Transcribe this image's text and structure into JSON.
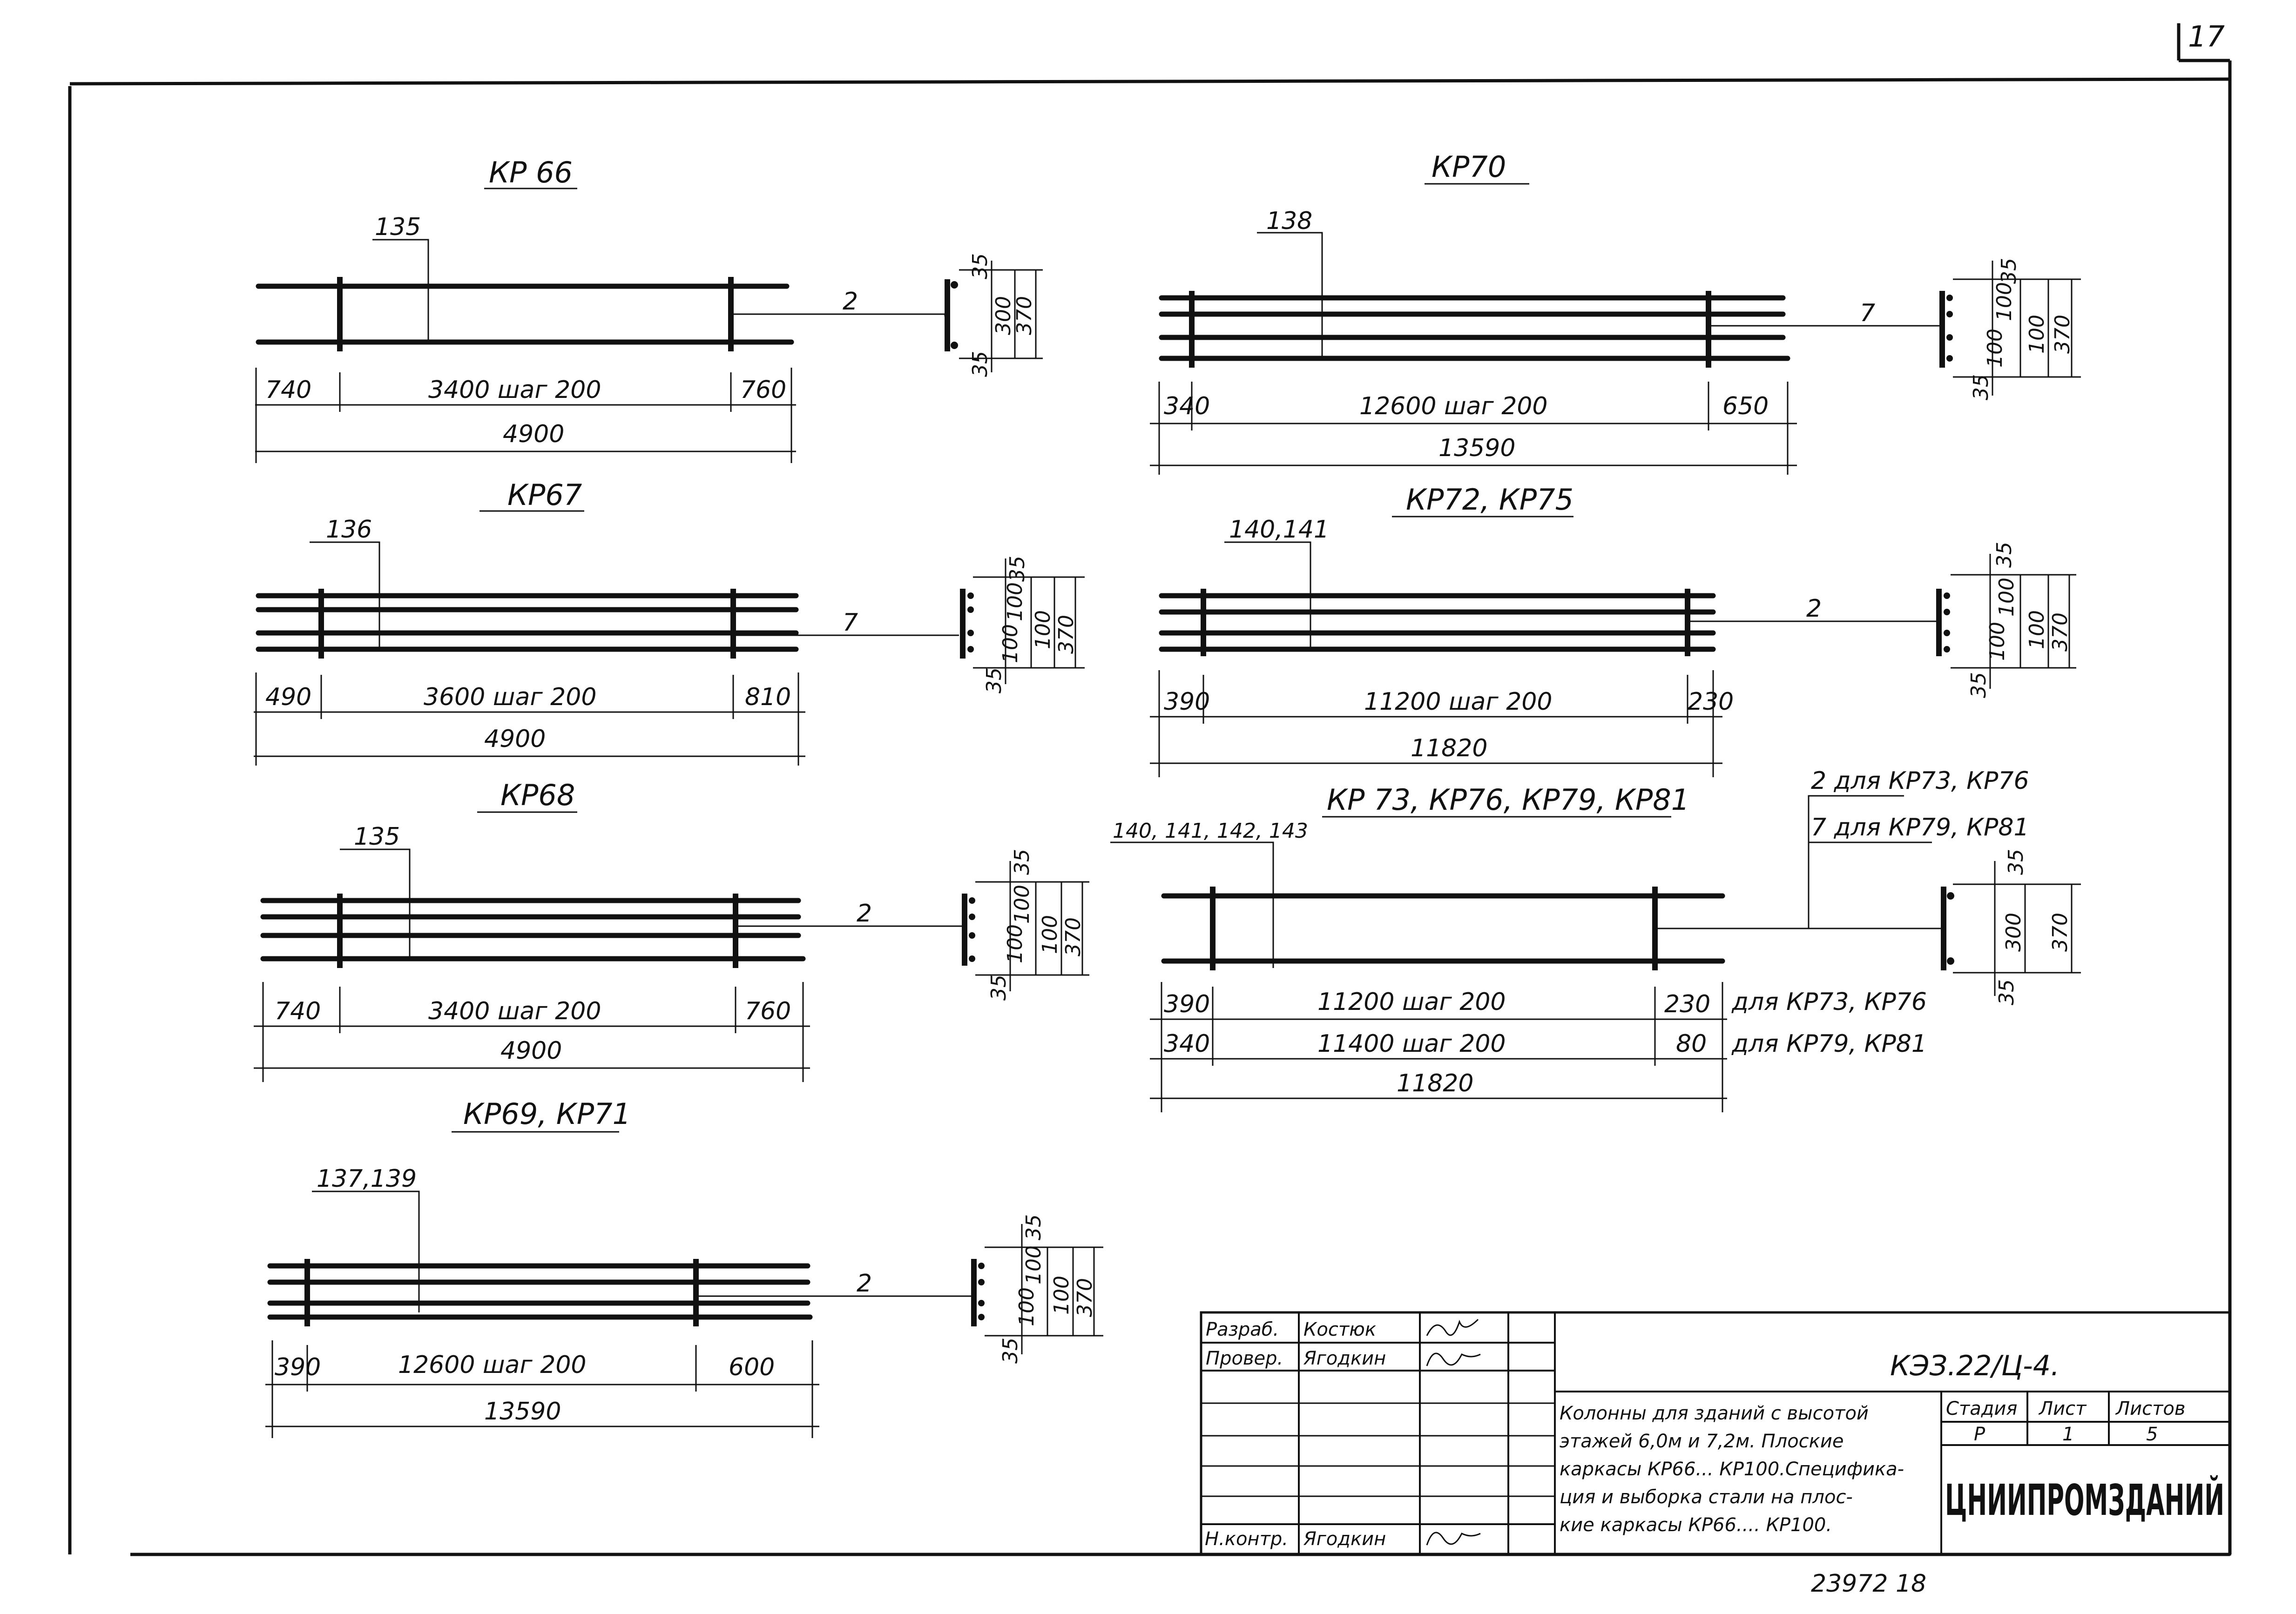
{
  "page_number": "17",
  "frames": [
    {
      "title": "КР 66",
      "position_label": "135",
      "bar_label": "2",
      "left_dim": "740",
      "mid_dim": "3400  шаг 200",
      "right_dim": "760",
      "total_dim": "4900",
      "section_dims": [
        "35",
        "300",
        "35",
        "370"
      ]
    },
    {
      "title": "КР70",
      "position_label": "138",
      "bar_label": "7",
      "left_dim": "340",
      "mid_dim": "12600  шаг 200",
      "right_dim": "650",
      "total_dim": "13590",
      "section_dims": [
        "35",
        "100",
        "100",
        "35",
        "100",
        "370"
      ]
    },
    {
      "title": "КР67",
      "position_label": "136",
      "bar_label": "7",
      "left_dim": "490",
      "mid_dim": "3600  шаг 200",
      "right_dim": "810",
      "total_dim": "4900",
      "section_dims": [
        "35",
        "100",
        "100",
        "35",
        "100",
        "370"
      ]
    },
    {
      "title": "КР72, КР75",
      "position_label": "140,141",
      "bar_label": "2",
      "left_dim": "390",
      "mid_dim": "11200  шаг 200",
      "right_dim": "230",
      "total_dim": "11820",
      "section_dims": [
        "35",
        "100",
        "100",
        "35",
        "100",
        "370"
      ]
    },
    {
      "title": "КР68",
      "position_label": "135",
      "bar_label": "2",
      "left_dim": "740",
      "mid_dim": "3400  шаг 200",
      "right_dim": "760",
      "total_dim": "4900",
      "section_dims": [
        "35",
        "100",
        "100",
        "35",
        "100",
        "370"
      ]
    },
    {
      "title": "КР 73,  КР76,  КР79,  КР81",
      "position_label": "140, 141, 142, 143",
      "bar_label_a": "2 для  КР73, КР76",
      "bar_label_b": "7 для  КР79, КР81",
      "row1_left": "390",
      "row1_mid": "11200  шаг 200",
      "row1_right": "230",
      "row1_note": "для КР73, КР76",
      "row2_left": "340",
      "row2_mid": "11400  шаг 200",
      "row2_right": "80",
      "row2_note": "для КР79, КР81",
      "total_dim": "11820",
      "section_dims": [
        "35",
        "300",
        "35",
        "370"
      ]
    },
    {
      "title": "КР69, КР71",
      "position_label": "137,139",
      "bar_label": "2",
      "left_dim": "390",
      "mid_dim": "12600  шаг 200",
      "right_dim": "600",
      "total_dim": "13590",
      "section_dims": [
        "35",
        "100",
        "100",
        "35",
        "100",
        "370"
      ]
    }
  ],
  "title_block": {
    "roles": [
      "Разраб.",
      "Провер.",
      "Н.контр."
    ],
    "names": [
      "Костюк",
      "Ягодкин",
      "Ягодкин"
    ],
    "document_code": "КЭЗ.22/Ц-4.",
    "description_lines": [
      "Колонны для зданий с высотой",
      "этажей 6,0м и 7,2м.  Плоские",
      "каркасы КР66... КР100.Специфика-",
      "ция и выборка стали на плос-",
      "кие каркасы КР66.... КР100."
    ],
    "headers": [
      "Стадия",
      "Лист",
      "Листов"
    ],
    "values": [
      "Р",
      "1",
      "5"
    ],
    "organization": "ЦНИИПРОМЗДАНИЙ"
  },
  "bottom_note": "23972   18"
}
